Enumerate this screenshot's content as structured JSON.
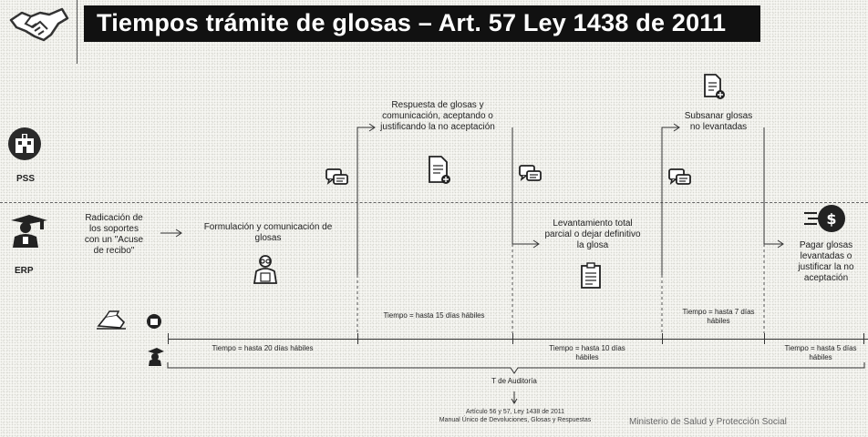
{
  "title": "Tiempos trámite de glosas – Art. 57 Ley 1438 de 2011",
  "actors": {
    "pss": "PSS",
    "erp": "ERP"
  },
  "steps": {
    "radicacion": "Radicación de los soportes con un \"Acuse de recibo\"",
    "formulacion": "Formulación y comunicación de glosas",
    "respuesta": "Respuesta de glosas y comunicación, aceptando o justificando la no aceptación",
    "levantamiento": "Levantamiento total parcial o dejar definitivo la glosa",
    "subsanar": "Subsanar glosas no levantadas",
    "pagar": "Pagar glosas levantadas o justificar la no aceptación"
  },
  "times": {
    "t1": "Tiempo = hasta 20 días hábiles",
    "t2": "Tiempo = hasta 15 días hábiles",
    "t3": "Tiempo = hasta 10 días hábiles",
    "t4": "Tiempo = hasta 7 días hábiles",
    "t5": "Tiempo = hasta 5 días hábiles"
  },
  "total": "T de Auditoría",
  "reference": "Artículo 56 y 57, Ley 1438 de 2011\nManual Único de Devoluciones, Glosas y Respuestas",
  "footer": "Ministerio de Salud y Protección Social"
}
